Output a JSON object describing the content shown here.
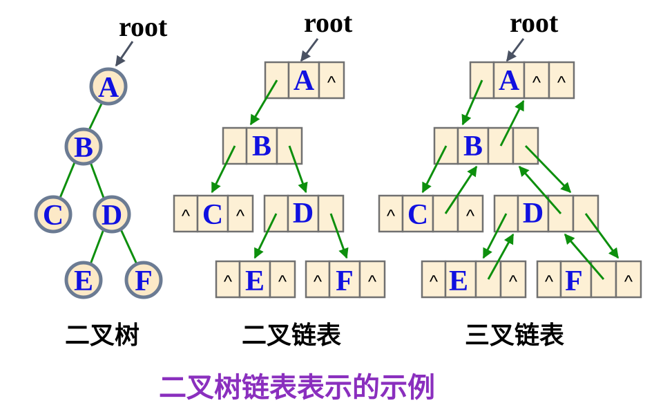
{
  "labels": {
    "root": "root",
    "nodes": [
      "A",
      "B",
      "C",
      "D",
      "E",
      "F"
    ],
    "null_mark": "^"
  },
  "captions": {
    "binary_tree": "二叉树",
    "binary_linked": "二叉链表",
    "ternary_linked": "三叉链表",
    "main": "二叉树链表表示的示例"
  },
  "colors": {
    "node_letter": "#1010e0",
    "edge": "#0d8f0d",
    "cell_fill": "#fdf0d5",
    "circle_fill": "#fce9c7",
    "circle_stroke": "#6b7b93",
    "main_caption": "#8a2fbe"
  }
}
